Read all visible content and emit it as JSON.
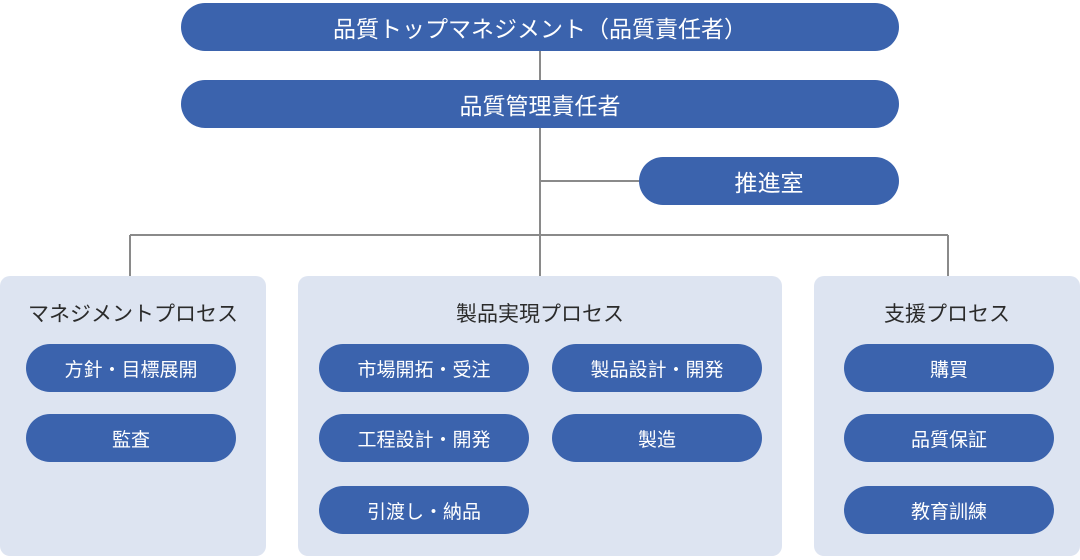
{
  "top_management": "品質トップマネジメント（品質責任者）",
  "quality_manager": "品質管理責任者",
  "promotion_office": "推進室",
  "processes": {
    "management": {
      "title": "マネジメントプロセス",
      "items": [
        "方針・目標展開",
        "監査"
      ]
    },
    "realization": {
      "title": "製品実現プロセス",
      "items": [
        "市場開拓・受注",
        "製品設計・開発",
        "工程設計・開発",
        "製造",
        "引渡し・納品"
      ]
    },
    "support": {
      "title": "支援プロセス",
      "items": [
        "購買",
        "品質保証",
        "教育訓練"
      ]
    }
  },
  "colors": {
    "pill": "#3b63ad",
    "panel": "#dde4f1",
    "connector": "#8a8a8a"
  }
}
